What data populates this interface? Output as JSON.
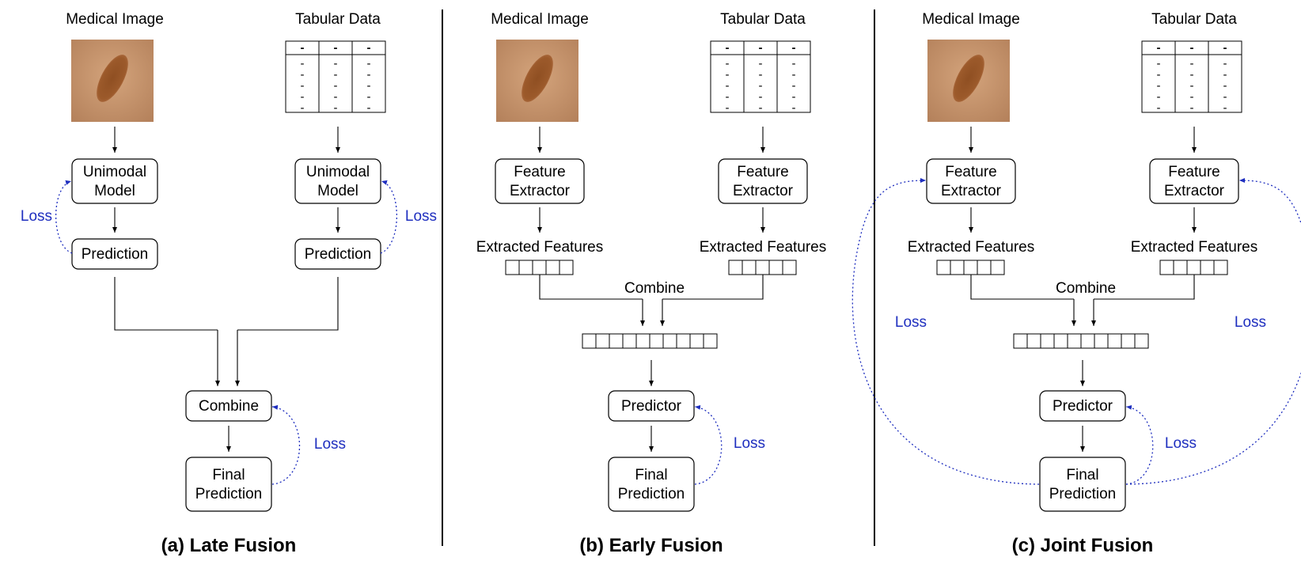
{
  "panels": [
    {
      "caption": "(a) Late Fusion",
      "image_label": "Medical Image",
      "table_label": "Tabular Data",
      "left_box": "Unimodal\nModel",
      "right_box": "Unimodal\nModel",
      "left_pred": "Prediction",
      "right_pred": "Prediction",
      "combine": "Combine",
      "final": "Final\nPrediction",
      "loss": "Loss"
    },
    {
      "caption": "(b) Early Fusion",
      "image_label": "Medical Image",
      "table_label": "Tabular Data",
      "left_box": "Feature\nExtractor",
      "right_box": "Feature\nExtractor",
      "features_label": "Extracted Features",
      "combine": "Combine",
      "predictor": "Predictor",
      "final": "Final\nPrediction",
      "loss": "Loss"
    },
    {
      "caption": "(c) Joint Fusion",
      "image_label": "Medical Image",
      "table_label": "Tabular Data",
      "left_box": "Feature\nExtractor",
      "right_box": "Feature\nExtractor",
      "features_label": "Extracted Features",
      "combine": "Combine",
      "predictor": "Predictor",
      "final": "Final\nPrediction",
      "loss": "Loss"
    }
  ],
  "table_cell": "-",
  "colors": {
    "loss": "#1f2fbf",
    "skin": "#c4946e",
    "lesion": "#9a5a2c"
  }
}
